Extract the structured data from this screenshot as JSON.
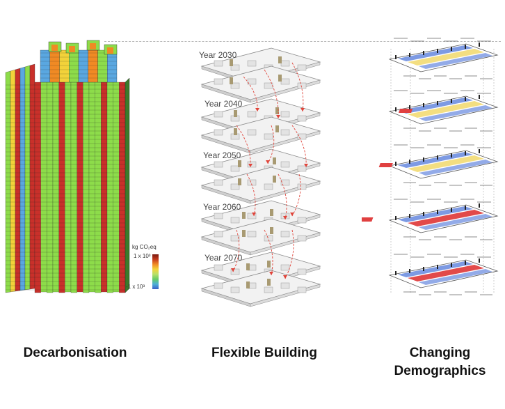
{
  "captions": {
    "decarbonisation": "Decarbonisation",
    "flexible_line1": "Flexible Building",
    "demo_line1": "Changing",
    "demo_line2": "Demographics"
  },
  "scale": {
    "unit": "kg CO₂eq",
    "max": "1 x 10³",
    "min": "-1  x 10³",
    "colors": [
      "#7a1a10",
      "#c43a1d",
      "#f08a24",
      "#f3d43a",
      "#b8e06a",
      "#66cc66",
      "#4fb0d8",
      "#3b5ec7"
    ]
  },
  "years": [
    "Year 2030",
    "Year 2040",
    "Year 2050",
    "Year 2060",
    "Year 2070"
  ],
  "colors": {
    "green": "#8ddc4a",
    "red": "#c9302a",
    "yellow": "#f2d23a",
    "blue": "#5aa7e0",
    "orange": "#f08a24",
    "dash": "#e0443a",
    "plan_blue": "#6f8fe0",
    "plan_yellow": "#f2dc7a",
    "plan_red": "#e04040"
  }
}
